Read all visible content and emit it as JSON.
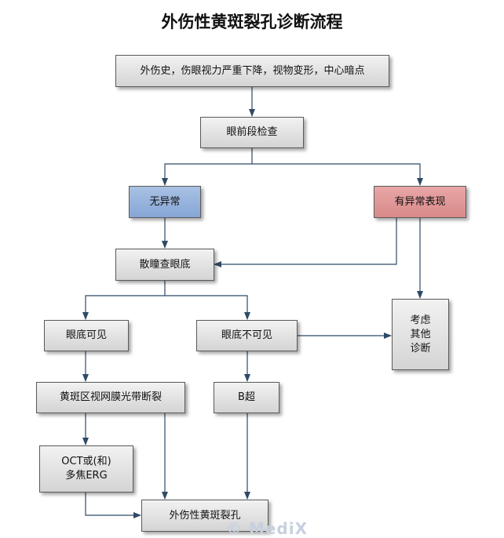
{
  "title": "外伤性黄斑裂孔诊断流程",
  "nodes": {
    "history": "外伤史，伤眼视力严重下降，视物变形，中心暗点",
    "anterior_exam": "眼前段检查",
    "no_abnormal": "无异常",
    "abnormal": "有异常表现",
    "dilated_fundus": "散瞳查眼底",
    "fundus_visible": "眼底可见",
    "fundus_not_visible": "眼底不可见",
    "consider_other": "考虑\n其他\n诊断",
    "macular_break": "黄斑区视网膜光带断裂",
    "b_scan": "B超",
    "oct_erg": "OCT或(和)\n多焦ERG",
    "result": "外伤性黄斑裂孔"
  },
  "watermark": "© MediX",
  "colors": {
    "no_abnormal": "#8fadd9",
    "abnormal": "#dc9191",
    "edge": "#2f4a66"
  }
}
